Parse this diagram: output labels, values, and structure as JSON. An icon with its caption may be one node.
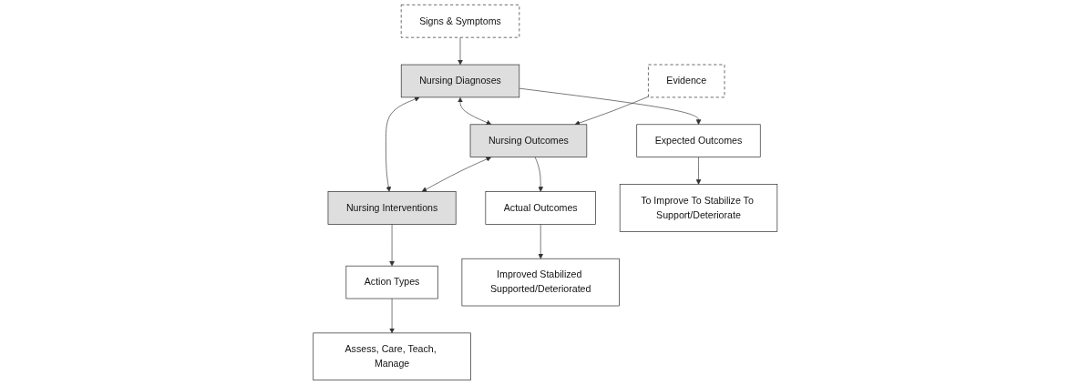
{
  "diagram": {
    "nodes": [
      {
        "text": [
          "Signs & Symptoms"
        ]
      },
      {
        "text": [
          "Nursing Diagnoses"
        ]
      },
      {
        "text": [
          "Nursing Outcomes"
        ]
      },
      {
        "text": [
          "Evidence"
        ]
      },
      {
        "text": [
          "Expected Outcomes"
        ]
      },
      {
        "text": [
          "Nursing Interventions"
        ]
      },
      {
        "text": [
          "Actual Outcomes"
        ]
      },
      {
        "text": [
          "To Improve To Stabilize To Support/Deteriorate"
        ]
      },
      {
        "text": [
          "Action Types"
        ]
      },
      {
        "text": [
          "Improved Stabilized Supported/Deteriorated"
        ]
      },
      {
        "text": [
          "Assess, Care, Teach, Manage"
        ]
      }
    ],
    "edges": [
      {
        "from": 0,
        "to": 1,
        "arrow": "to"
      },
      {
        "from": 1,
        "to": 2,
        "arrow": "both"
      },
      {
        "from": 3,
        "to": 2,
        "arrow": "to"
      },
      {
        "from": 1,
        "to": 4,
        "arrow": "to"
      },
      {
        "from": 1,
        "to": 5,
        "arrow": "both"
      },
      {
        "from": 2,
        "to": 5,
        "arrow": "both"
      },
      {
        "from": 2,
        "to": 6,
        "arrow": "to"
      },
      {
        "from": 4,
        "to": 7,
        "arrow": "to"
      },
      {
        "from": 5,
        "to": 8,
        "arrow": "to"
      },
      {
        "from": 6,
        "to": 9,
        "arrow": "to"
      },
      {
        "from": 8,
        "to": 10,
        "arrow": "to"
      }
    ]
  }
}
